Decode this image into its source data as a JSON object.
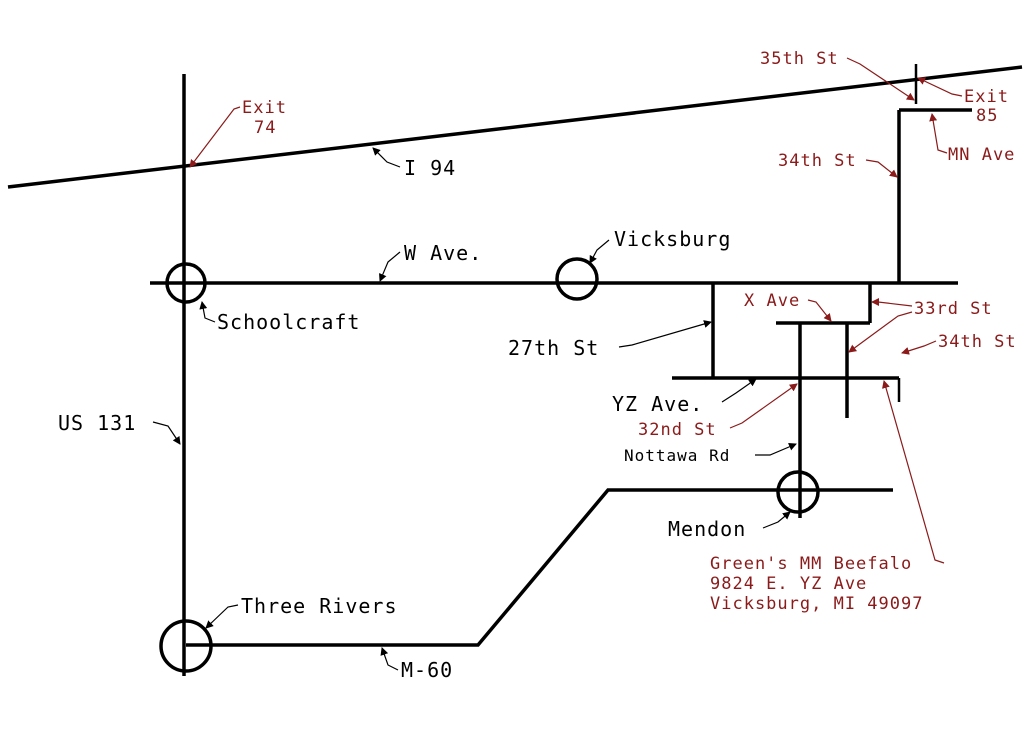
{
  "colors": {
    "road": "#000000",
    "annotation": "#8b1a1a",
    "background": "#ffffff"
  },
  "labels": {
    "exit74_line1": "Exit",
    "exit74_line2": "74",
    "i94": "I 94",
    "w_ave": "W Ave.",
    "vicksburg": "Vicksburg",
    "schoolcraft": "Schoolcraft",
    "us131": "US 131",
    "three_rivers": "Three Rivers",
    "m60": "M-60",
    "mendon": "Mendon",
    "nottawa_rd": "Nottawa Rd",
    "st32": "32nd St",
    "yz_ave": "YZ Ave.",
    "st27": "27th St",
    "x_ave": "X Ave",
    "st33": "33rd St",
    "st34_lower": "34th St",
    "st34_upper": "34th St",
    "st35": "35th St",
    "exit85_line1": "Exit",
    "exit85_line2": "85",
    "mn_ave": "MN Ave"
  },
  "destination": {
    "name": "Green's MM Beefalo",
    "street": "9824 E. YZ Ave",
    "city": "Vicksburg, MI 49097"
  }
}
